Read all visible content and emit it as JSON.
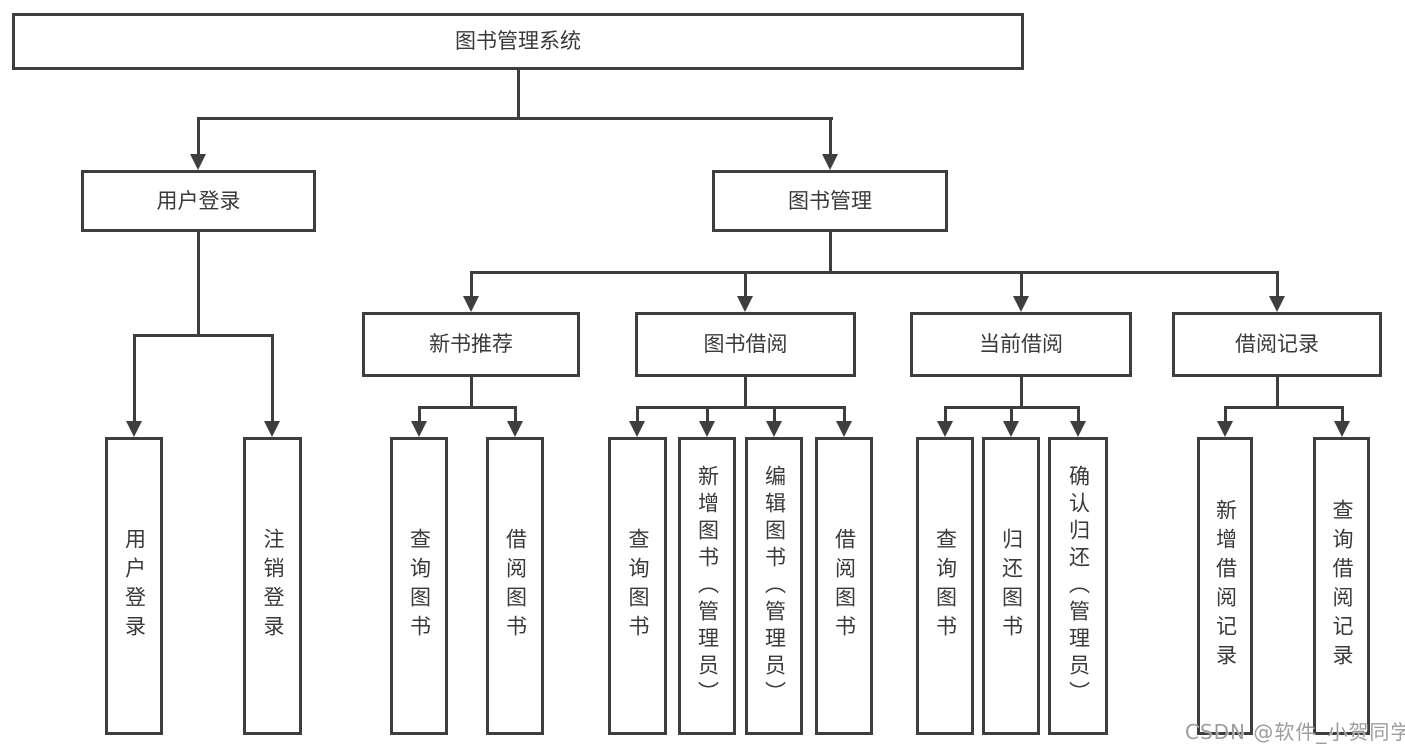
{
  "diagram_title": "图书管理系统",
  "colors": {
    "line": "#3e3e3e",
    "text": "#3a3a3a",
    "background": "#ffffff",
    "watermark": "#9d9d9d"
  },
  "nodes": {
    "root": {
      "label": "图书管理系统"
    },
    "user_login": {
      "label": "用户登录"
    },
    "book_mgmt": {
      "label": "图书管理"
    },
    "new_book_rec": {
      "label": "新书推荐"
    },
    "book_borrow": {
      "label": "图书借阅"
    },
    "current_borrow": {
      "label": "当前借阅"
    },
    "borrow_record": {
      "label": "借阅记录"
    },
    "leaf_user_login": {
      "label": "用户登录"
    },
    "leaf_logout": {
      "label": "注销登录"
    },
    "leaf_rec_query_book": {
      "label": "查询图书"
    },
    "leaf_rec_borrow_book": {
      "label": "借阅图书"
    },
    "leaf_bb_query_book": {
      "label": "查询图书"
    },
    "leaf_bb_add_book": {
      "label": "新增图书（管理员）"
    },
    "leaf_bb_edit_book": {
      "label": "编辑图书（管理员）"
    },
    "leaf_bb_borrow_book": {
      "label": "借阅图书"
    },
    "leaf_cb_query_book": {
      "label": "查询图书"
    },
    "leaf_cb_return_book": {
      "label": "归还图书"
    },
    "leaf_cb_confirm_return": {
      "label": "确认归还（管理员）"
    },
    "leaf_br_add_record": {
      "label": "新增借阅记录"
    },
    "leaf_br_query_record": {
      "label": "查询借阅记录"
    }
  },
  "hierarchy": {
    "图书管理系统": [
      "用户登录",
      "图书管理"
    ],
    "用户登录": [
      "用户登录",
      "注销登录"
    ],
    "图书管理": [
      "新书推荐",
      "图书借阅",
      "当前借阅",
      "借阅记录"
    ],
    "新书推荐": [
      "查询图书",
      "借阅图书"
    ],
    "图书借阅": [
      "查询图书",
      "新增图书（管理员）",
      "编辑图书（管理员）",
      "借阅图书"
    ],
    "当前借阅": [
      "查询图书",
      "归还图书",
      "确认归还（管理员）"
    ],
    "借阅记录": [
      "新增借阅记录",
      "查询借阅记录"
    ]
  },
  "watermark": {
    "text": "CSDN @软件_小贺同学"
  }
}
